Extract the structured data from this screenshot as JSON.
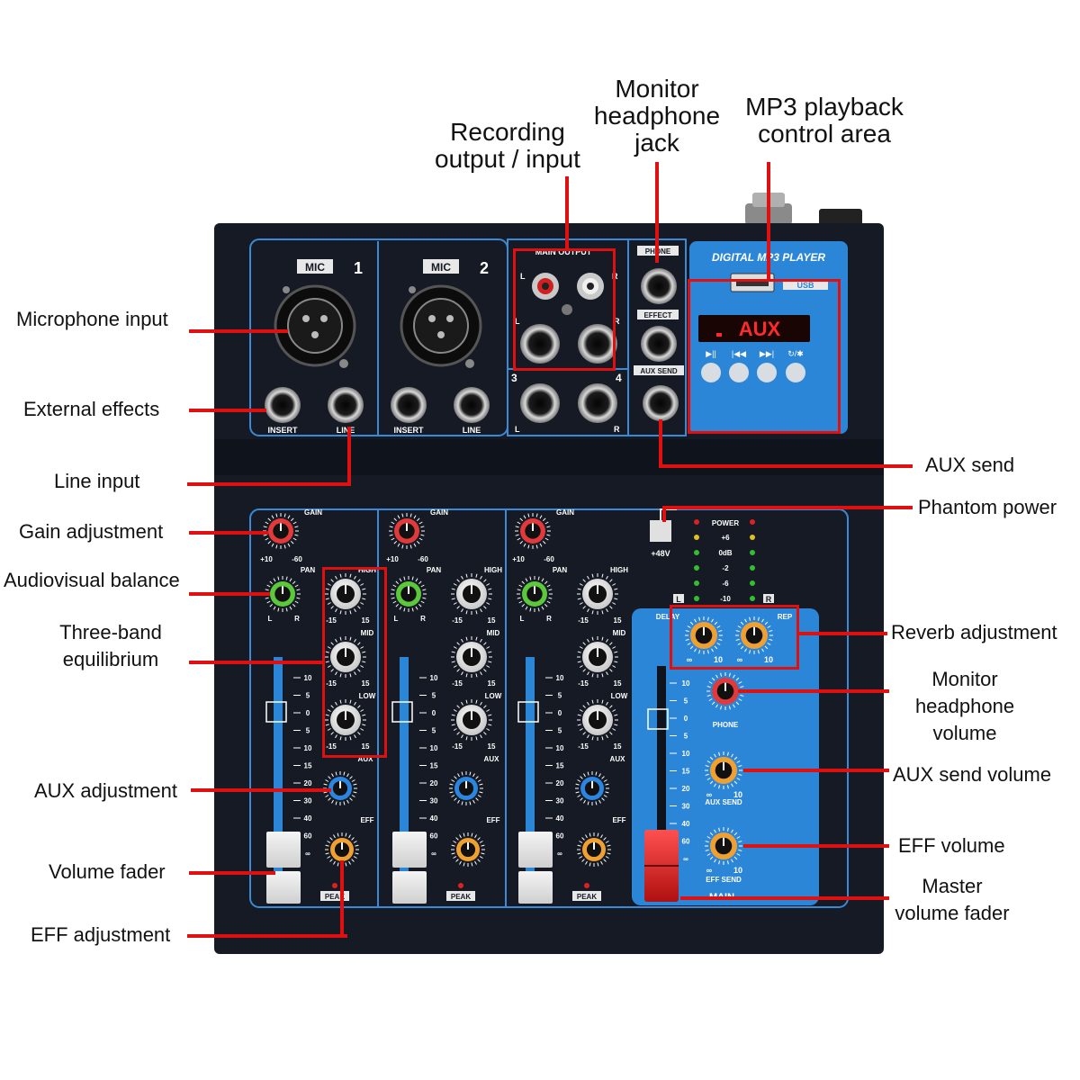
{
  "mixer": {
    "channels": [
      {
        "mic_label": "MIC",
        "number": "1",
        "insert_label": "INSERT",
        "line_label": "LINE"
      },
      {
        "mic_label": "MIC",
        "number": "2",
        "insert_label": "INSERT",
        "line_label": "LINE"
      }
    ],
    "main_output_title": "MAIN OUTPUT",
    "jack_l": "L",
    "jack_r": "R",
    "out_3": "3",
    "out_4": "4",
    "phone_label": "PHONE",
    "effect_label": "EFFECT",
    "aux_send_jack_label": "AUX SEND",
    "mp3_title": "DIGITAL MP3 PLAYER",
    "usb_label": "USB",
    "display_text": "AUX",
    "mp3_buttons": [
      "▶||",
      "|◀◀",
      "▶▶|",
      "↻/✱"
    ],
    "strip": {
      "gain": "GAIN",
      "pan": "PAN",
      "high": "HIGH",
      "mid": "MID",
      "low": "LOW",
      "aux": "AUX",
      "eff": "EFF",
      "peak": "PEAK",
      "gain_min": "+10",
      "gain_max": "-60",
      "eq_min": "-15",
      "eq_max": "15",
      "pan_l": "L",
      "pan_r": "R"
    },
    "fader_scale": [
      "10",
      "5",
      "0",
      "5",
      "10",
      "15",
      "20",
      "30",
      "40",
      "60",
      "∞"
    ],
    "phantom_label": "+48V",
    "meter": {
      "title": "POWER",
      "levels": [
        "+6",
        "0dB",
        "-2",
        "-6",
        "-10"
      ],
      "l": "L",
      "r": "R"
    },
    "master": {
      "delay": "DELAY",
      "rep": "REP",
      "phone": "PHONE",
      "aux_send": "AUX SEND",
      "eff_send": "EFF SEND",
      "main": "MAIN",
      "knob_min": "∞",
      "knob_max": "10"
    }
  },
  "callouts": {
    "recording": [
      "Recording",
      "output / input"
    ],
    "monitor_jack": [
      "Monitor",
      "headphone",
      "jack"
    ],
    "mp3_area": [
      "MP3 playback",
      "control area"
    ],
    "microphone_input": "Microphone input",
    "external_effects": "External effects",
    "line_input": "Line input",
    "gain_adjustment": "Gain adjustment",
    "audiovisual_balance": "Audiovisual balance",
    "three_band": [
      "Three-band",
      "equilibrium"
    ],
    "aux_adjustment": "AUX adjustment",
    "volume_fader": "Volume fader",
    "eff_adjustment": "EFF adjustment",
    "aux_send": "AUX send",
    "phantom_power": "Phantom power",
    "reverb_adjustment": "Reverb adjustment",
    "monitor_volume": [
      "Monitor",
      "headphone",
      "volume"
    ],
    "aux_send_volume": "AUX send volume",
    "eff_volume": "EFF volume",
    "master_fader": [
      "Master",
      "volume fader"
    ]
  },
  "colors": {
    "accent_red": "#e01010",
    "panel_dark": "#151a24",
    "panel_blue": "#2c86d8",
    "trim_blue": "#3a8ad6",
    "gain_knob": "#e23a3a",
    "pan_knob": "#5cc83c",
    "aux_knob": "#2a86e0",
    "eff_knob": "#f0a030"
  }
}
